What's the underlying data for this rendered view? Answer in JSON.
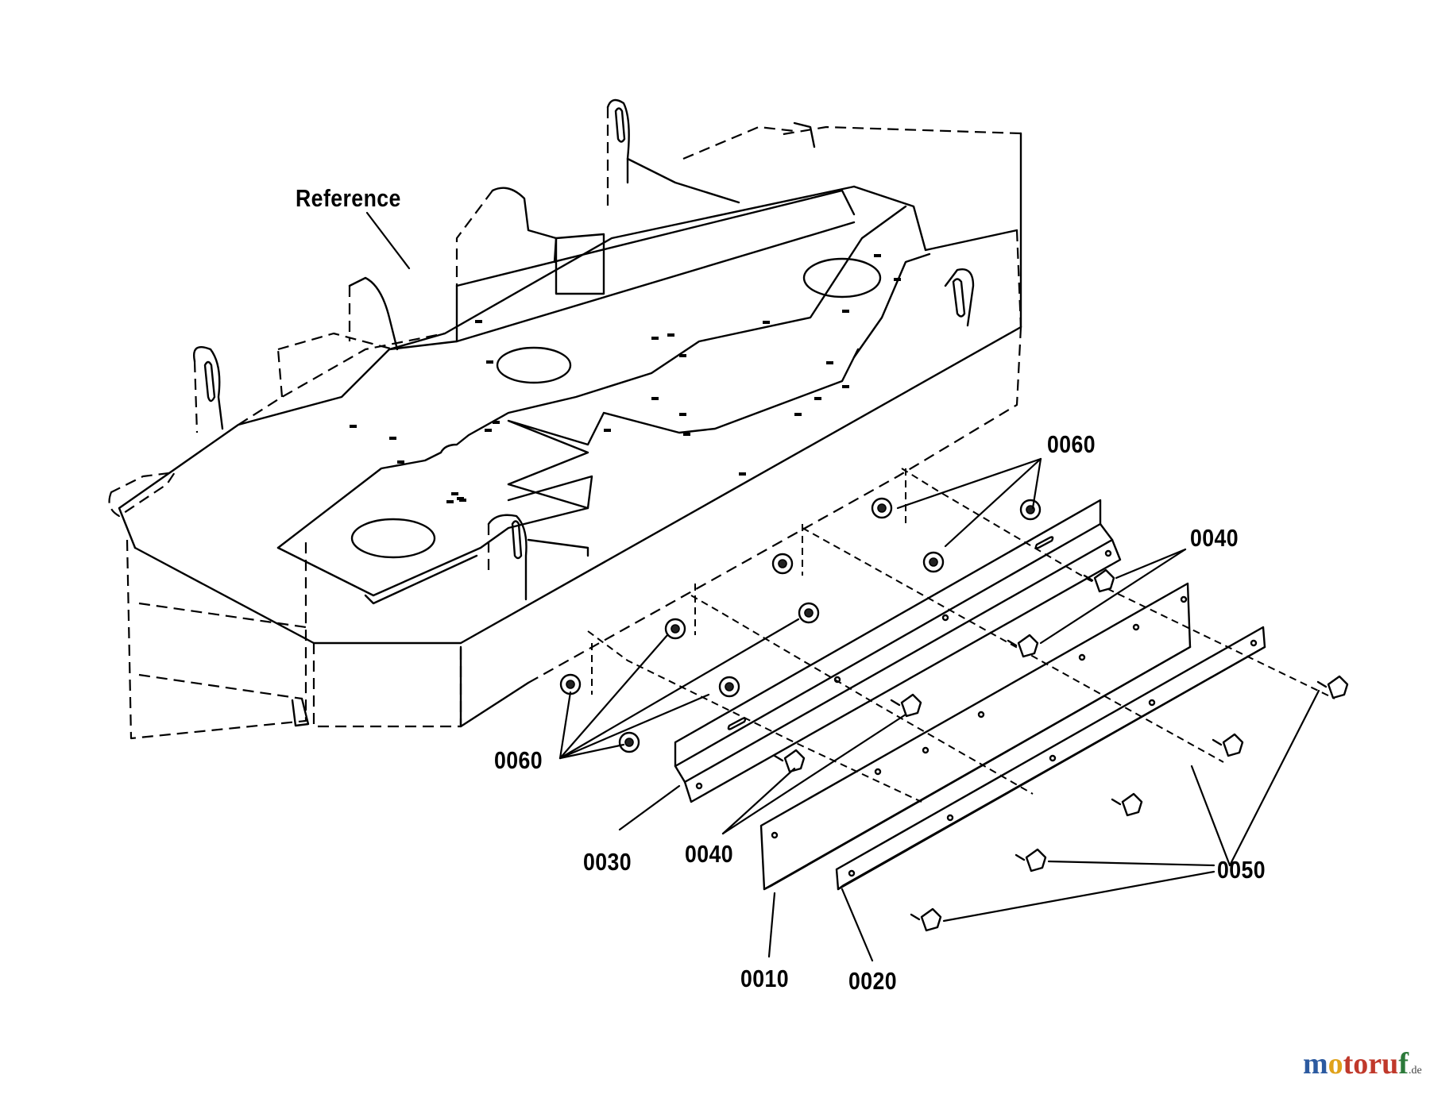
{
  "diagram": {
    "reference_label": "Reference",
    "part_labels": {
      "p0060_a": "0060",
      "p0040_a": "0040",
      "p0060_b": "0060",
      "p0030": "0030",
      "p0040_b": "0040",
      "p0050": "0050",
      "p0010": "0010",
      "p0020": "0020"
    }
  },
  "watermark": {
    "part1": "m",
    "part2": "o",
    "part3": "toru",
    "part4": "f",
    "tld": ".de"
  },
  "colors": {
    "line": "#000000",
    "background": "#ffffff",
    "watermark_blue": "#2c5aa0",
    "watermark_orange": "#e0a21a",
    "watermark_red": "#c0392b",
    "watermark_green": "#2c7a3a"
  }
}
